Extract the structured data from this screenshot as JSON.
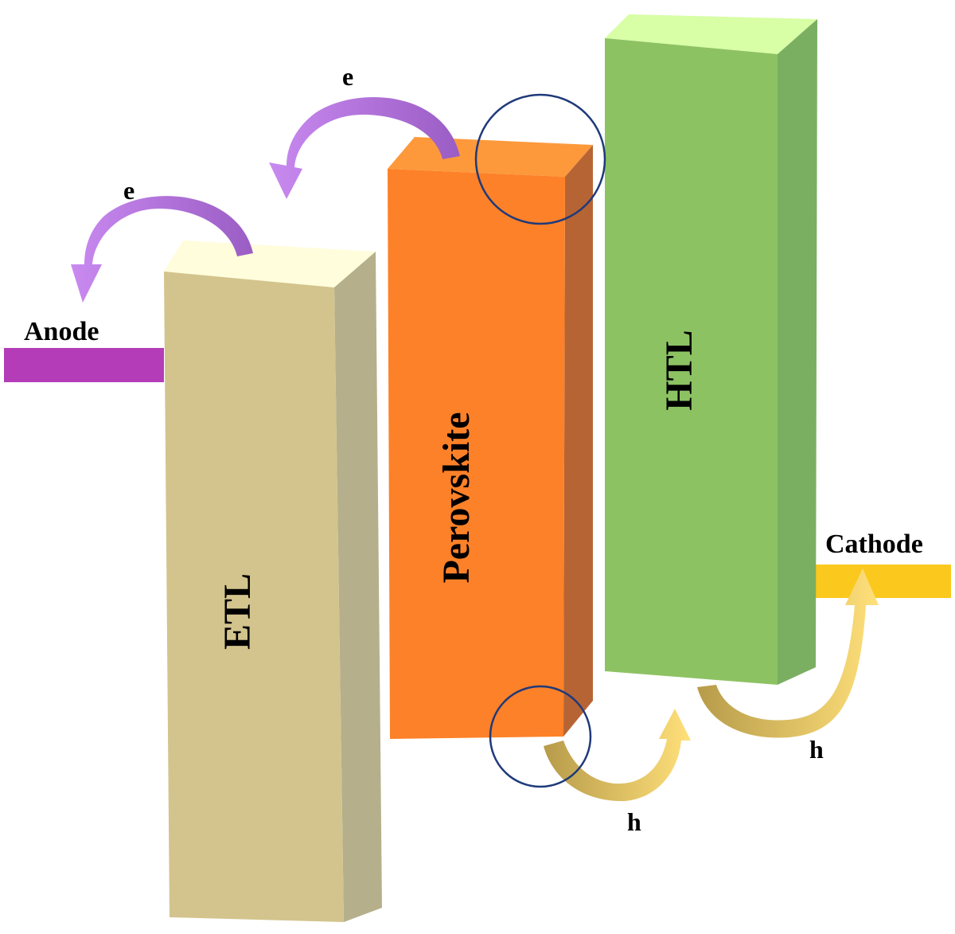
{
  "diagram": {
    "layers": [
      {
        "key": "etl",
        "label": "ETL",
        "front": "#D3C48D",
        "top": "#FFFDDC",
        "side": "#B5B08B"
      },
      {
        "key": "perovskite",
        "label": "Perovskite",
        "front": "#FD8128",
        "top": "#FD993B",
        "side": "#B76434"
      },
      {
        "key": "htl",
        "label": "HTL",
        "front": "#8DC263",
        "top": "#D8FEA6",
        "side": "#7AAF62"
      }
    ],
    "electrodes": {
      "anode": {
        "label": "Anode",
        "color": "#B43CB8"
      },
      "cathode": {
        "label": "Cathode",
        "color": "#FBC81D"
      }
    },
    "carriers": {
      "electron_1": "e",
      "electron_2": "e",
      "hole_1": "h",
      "hole_2": "h"
    },
    "colors": {
      "electron_arrow_dark": "#9A5DC4",
      "electron_arrow_light": "#C98AF0",
      "hole_arrow_dark": "#B79B4A",
      "hole_arrow_light": "#FFE07A",
      "interface_circle": "#1F3A7A"
    }
  }
}
